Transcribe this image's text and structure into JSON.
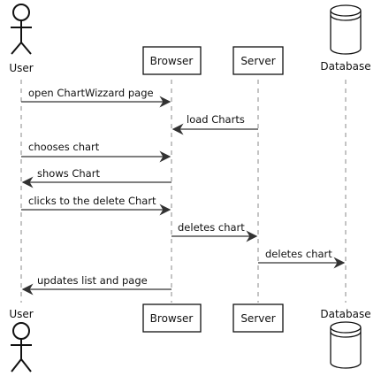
{
  "participants": {
    "user": "User",
    "browser": "Browser",
    "server": "Server",
    "database": "Database"
  },
  "messages": [
    {
      "from": "user",
      "to": "browser",
      "label": "open ChartWizzard page"
    },
    {
      "from": "server",
      "to": "browser",
      "label": "load Charts"
    },
    {
      "from": "user",
      "to": "browser",
      "label": "chooses chart"
    },
    {
      "from": "browser",
      "to": "user",
      "label": "shows Chart"
    },
    {
      "from": "user",
      "to": "browser",
      "label": "clicks to the delete Chart"
    },
    {
      "from": "browser",
      "to": "server",
      "label": "deletes chart"
    },
    {
      "from": "server",
      "to": "database",
      "label": "deletes chart"
    },
    {
      "from": "browser",
      "to": "user",
      "label": "updates list and page"
    }
  ]
}
